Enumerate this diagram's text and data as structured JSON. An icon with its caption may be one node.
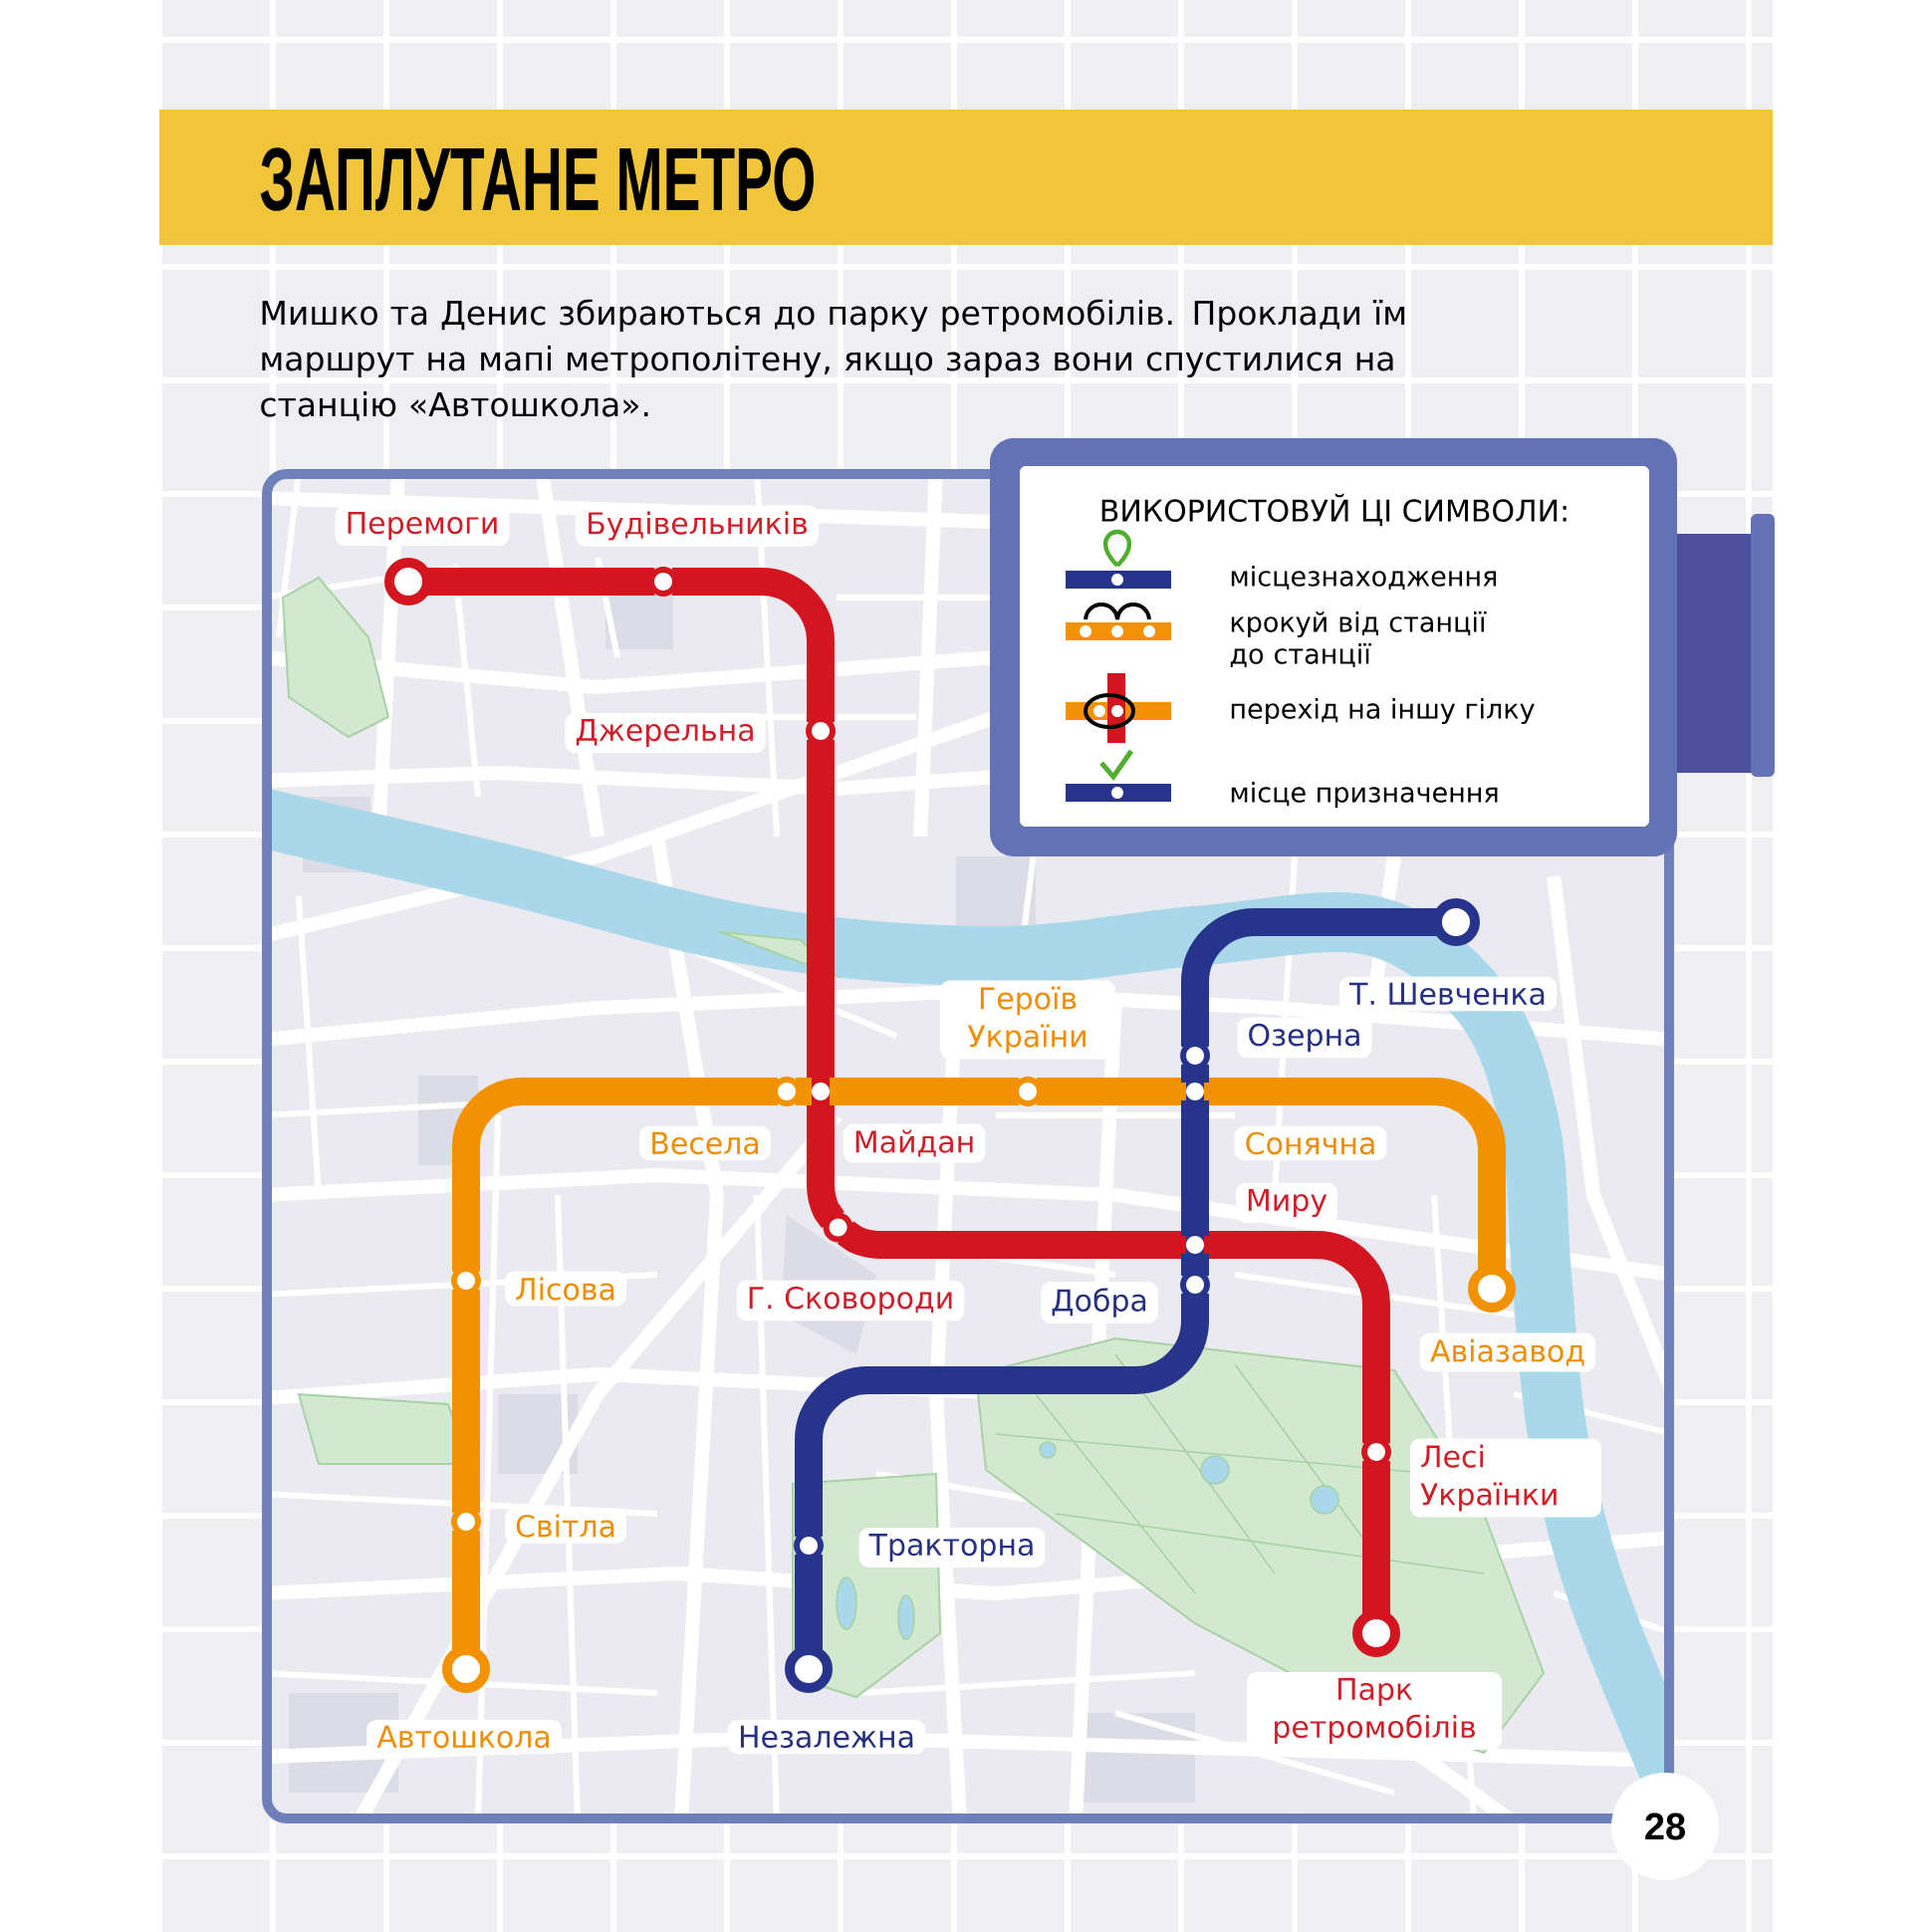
{
  "diagram": {
    "title": "ЗАПЛУТАНЕ МЕТРО",
    "nodes": [
      {
        "text": [],
        "shape": "circle",
        "beside": [
          "Перемоги"
        ]
      },
      {
        "text": [],
        "shape": "circle",
        "beside": [
          "Будівельників"
        ]
      },
      {
        "text": [],
        "shape": "circle",
        "beside": [
          "Джерельна"
        ]
      },
      {
        "text": [],
        "shape": "circle",
        "beside": [
          "Т. Шевченка"
        ]
      },
      {
        "text": [],
        "shape": "circle",
        "beside": [
          "Озерна"
        ]
      },
      {
        "text": [],
        "shape": "circle",
        "beside": [
          "Весела"
        ]
      },
      {
        "text": [],
        "shape": "circle",
        "beside": [
          "Майдан"
        ]
      },
      {
        "text": [],
        "shape": "circle",
        "beside": [
          "Героїв України"
        ]
      },
      {
        "text": [],
        "shape": "circle",
        "beside": [
          "Сонячна"
        ]
      },
      {
        "text": [],
        "shape": "circle",
        "beside": [
          "Г. Сковороди"
        ]
      },
      {
        "text": [],
        "shape": "circle",
        "beside": [
          "Миру"
        ]
      },
      {
        "text": [],
        "shape": "circle",
        "beside": [
          "Лісова"
        ]
      },
      {
        "text": [],
        "shape": "circle",
        "beside": [
          "Добра"
        ]
      },
      {
        "text": [],
        "shape": "circle",
        "beside": [
          "Авіазавод"
        ]
      },
      {
        "text": [],
        "shape": "circle",
        "beside": [
          "Лесі Українки"
        ]
      },
      {
        "text": [],
        "shape": "circle",
        "beside": [
          "Світла"
        ]
      },
      {
        "text": [],
        "shape": "circle",
        "beside": [
          "Тракторна"
        ]
      },
      {
        "text": [],
        "shape": "circle",
        "beside": [
          "Автошкола"
        ]
      },
      {
        "text": [],
        "shape": "circle",
        "beside": [
          "Незалежна"
        ]
      },
      {
        "text": [],
        "shape": "circle",
        "beside": [
          "Парк ретромобілів"
        ]
      }
    ],
    "edges": [
      {
        "from": 0,
        "to": 1,
        "arrow": "none",
        "color": "#d3151f"
      },
      {
        "from": 1,
        "to": 2,
        "arrow": "none",
        "color": "#d3151f"
      },
      {
        "from": 2,
        "to": 6,
        "arrow": "none",
        "color": "#d3151f"
      },
      {
        "from": 6,
        "to": 9,
        "arrow": "none",
        "color": "#d3151f"
      },
      {
        "from": 9,
        "to": 10,
        "arrow": "none",
        "color": "#d3151f"
      },
      {
        "from": 10,
        "to": 14,
        "arrow": "none",
        "color": "#d3151f"
      },
      {
        "from": 14,
        "to": 19,
        "arrow": "none",
        "color": "#d3151f"
      },
      {
        "from": 17,
        "to": 15,
        "arrow": "none",
        "color": "#f39200"
      },
      {
        "from": 15,
        "to": 11,
        "arrow": "none",
        "color": "#f39200"
      },
      {
        "from": 11,
        "to": 5,
        "arrow": "none",
        "color": "#f39200"
      },
      {
        "from": 5,
        "to": 6,
        "arrow": "none",
        "color": "#f39200"
      },
      {
        "from": 6,
        "to": 7,
        "arrow": "none",
        "color": "#f39200"
      },
      {
        "from": 7,
        "to": 8,
        "arrow": "none",
        "color": "#f39200"
      },
      {
        "from": 8,
        "to": 13,
        "arrow": "none",
        "color": "#f39200"
      },
      {
        "from": 3,
        "to": 4,
        "arrow": "none",
        "color": "#27348b"
      },
      {
        "from": 4,
        "to": 8,
        "arrow": "none",
        "color": "#27348b"
      },
      {
        "from": 8,
        "to": 10,
        "arrow": "none",
        "color": "#27348b"
      },
      {
        "from": 10,
        "to": 12,
        "arrow": "none",
        "color": "#27348b"
      },
      {
        "from": 12,
        "to": 16,
        "arrow": "none",
        "color": "#27348b"
      },
      {
        "from": 16,
        "to": 18,
        "arrow": "none",
        "color": "#27348b"
      }
    ],
    "labels": [
      "Мишко та Денис збираються до парку ретромобілів. Проклади їм маршрут на мапі метрополітену, якщо зараз вони спустилися на станцію «Автошкола».",
      "ВИКОРИСТОВУЙ ЦІ СИМВОЛИ:",
      "28"
    ],
    "legend": [
      {
        "text": "місцезнаходження"
      },
      {
        "text": "крокуй від станції до станції"
      },
      {
        "text": "перехід на іншу гілку"
      },
      {
        "text": "місце призначення"
      }
    ]
  }
}
